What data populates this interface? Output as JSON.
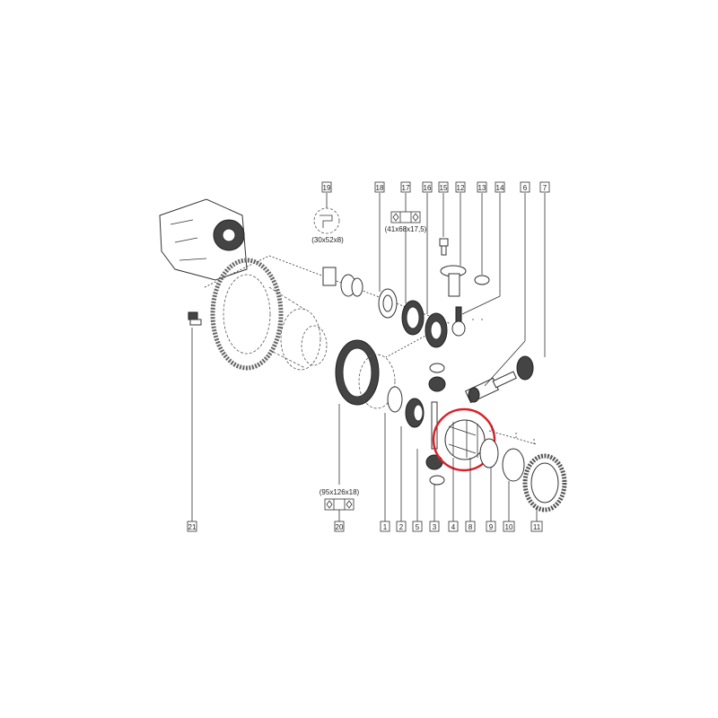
{
  "diagram": {
    "title_hidden": null,
    "part_labels_top": [
      "19",
      "18",
      "17",
      "16",
      "15",
      "12",
      "13",
      "14",
      "6",
      "7"
    ],
    "part_labels_bottom": [
      "21",
      "20",
      "1",
      "2",
      "5",
      "3",
      "4",
      "8",
      "9",
      "10",
      "11"
    ],
    "dimensions": {
      "part_19": "(30x52x8)",
      "part_17": "(41x68x17,5)",
      "part_20": "(95x126x18)"
    },
    "highlight_color": "#d8232a",
    "highlighted_part": "4"
  }
}
